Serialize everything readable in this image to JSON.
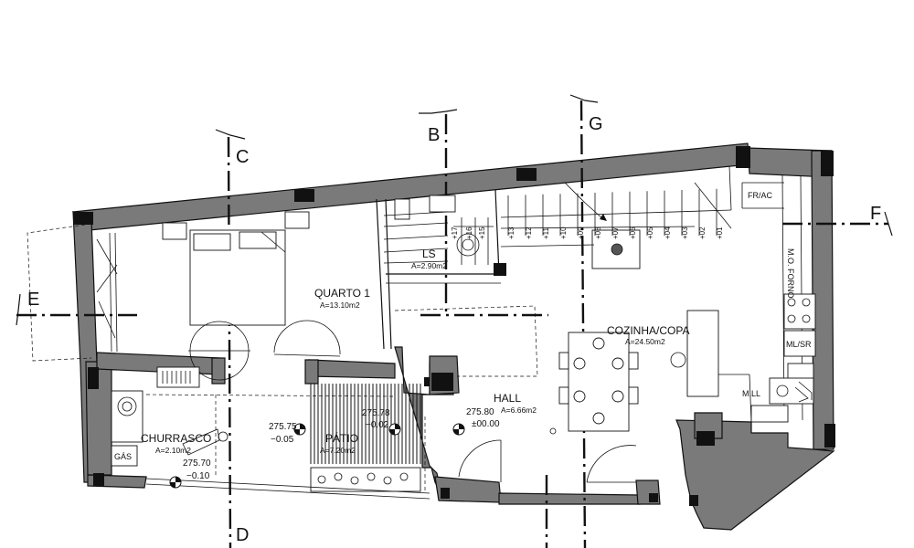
{
  "section_markers": {
    "B": "B",
    "C": "C",
    "D": "D",
    "E": "E",
    "F": "F",
    "G": "G"
  },
  "rooms": {
    "quarto": {
      "name": "QUARTO 1",
      "area": "A=13.10m2"
    },
    "ls": {
      "name": "LS",
      "area": "A=2.90m2"
    },
    "cozinha": {
      "name": "COZINHA/COPA",
      "area": "A=24.50m2"
    },
    "hall": {
      "name": "HALL",
      "area": "A=6.66m2"
    },
    "patio": {
      "name": "PÁTIO",
      "area": "A=7.20m2"
    },
    "churrasco": {
      "name": "CHURRASCO",
      "area": "A=2.10m2"
    }
  },
  "levels": {
    "hall": {
      "elevation": "275.80",
      "relative": "±00.00"
    },
    "patio_left": {
      "elevation": "275.75",
      "relative": "−0.05"
    },
    "patio_center": {
      "elevation": "275.78",
      "relative": "−0.02"
    },
    "churrasco": {
      "elevation": "275.70",
      "relative": "−0.10"
    }
  },
  "fixtures": {
    "fr_ac": "FR/AC",
    "mo_forno": "M.O. FORNO",
    "ml_sr": "ML/SR",
    "mll": "M.LL",
    "gas": "GÁS"
  },
  "stair_steps": [
    "+13",
    "+12",
    "+11",
    "+10",
    "+09",
    "+08",
    "+07",
    "+06",
    "+05",
    "+04",
    "+03",
    "+02",
    "+01"
  ],
  "stair_steps_ls": [
    "+17",
    "+16",
    "+15"
  ]
}
